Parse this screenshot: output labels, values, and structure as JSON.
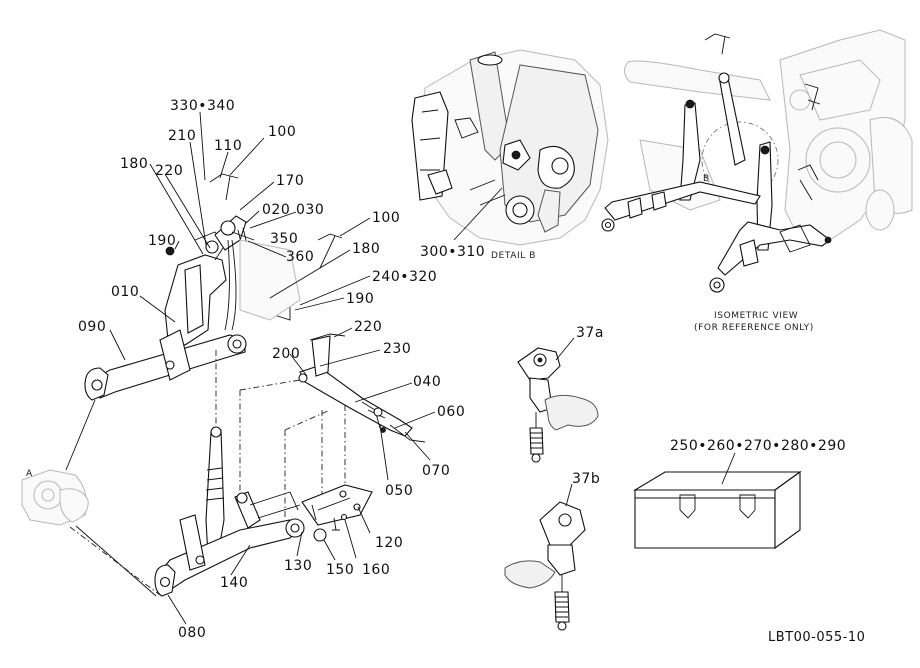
{
  "callouts": {
    "c330_340": "330•340",
    "c210": "210",
    "c110": "110",
    "c100a": "100",
    "c180a": "180",
    "c220a": "220",
    "c170": "170",
    "c020_030": "020",
    "c030": "030",
    "c350": "350",
    "c360": "360",
    "c190a": "190",
    "c100b": "100",
    "c180b": "180",
    "c240_320": "240•320",
    "c190b": "190",
    "c010": "010",
    "c090": "090",
    "c220b": "220",
    "c200": "200",
    "c230": "230",
    "c040": "040",
    "c060": "060",
    "c070": "070",
    "c050": "050",
    "c120": "120",
    "c130": "130",
    "c150": "150",
    "c160": "160",
    "c140": "140",
    "c080": "080",
    "c300_310": "300•310",
    "c37a": "37a",
    "c37b": "37b",
    "c250_290": "250•260•270•280•290",
    "detailA": "A",
    "detailB_mark": "B"
  },
  "captions": {
    "detail_b": "DETAIL B",
    "isometric_1": "ISOMETRIC VIEW",
    "isometric_2": "(FOR REFERENCE ONLY)"
  },
  "reference_code": "LBT00-055-10"
}
